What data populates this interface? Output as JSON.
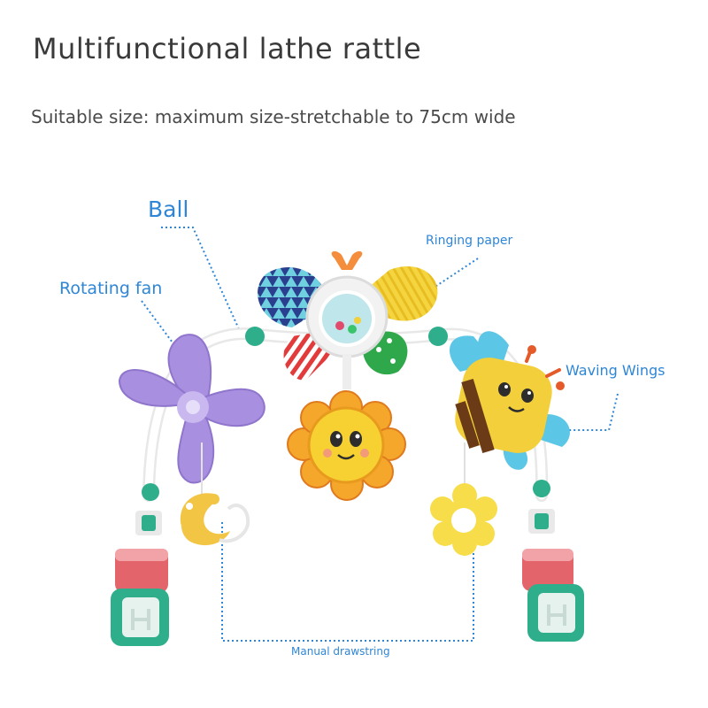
{
  "title": "Multifunctional lathe rattle",
  "subtitle": "Suitable size: maximum size-stretchable to 75cm wide",
  "labels": {
    "ball": "Ball",
    "rotating_fan": "Rotating fan",
    "ringing_paper": "Ringing paper",
    "waving_wings": "Waving Wings",
    "manual_drawstring": "Manual drawstring"
  },
  "colors": {
    "label_blue": "#2f86d6",
    "fan_purple": "#a98fe0",
    "bee_yellow": "#f2cf3b",
    "wing_blue": "#5cc6e6",
    "sun_orange": "#f4a72a",
    "clip_green": "#2fae8c",
    "clip_red": "#e4646c"
  }
}
